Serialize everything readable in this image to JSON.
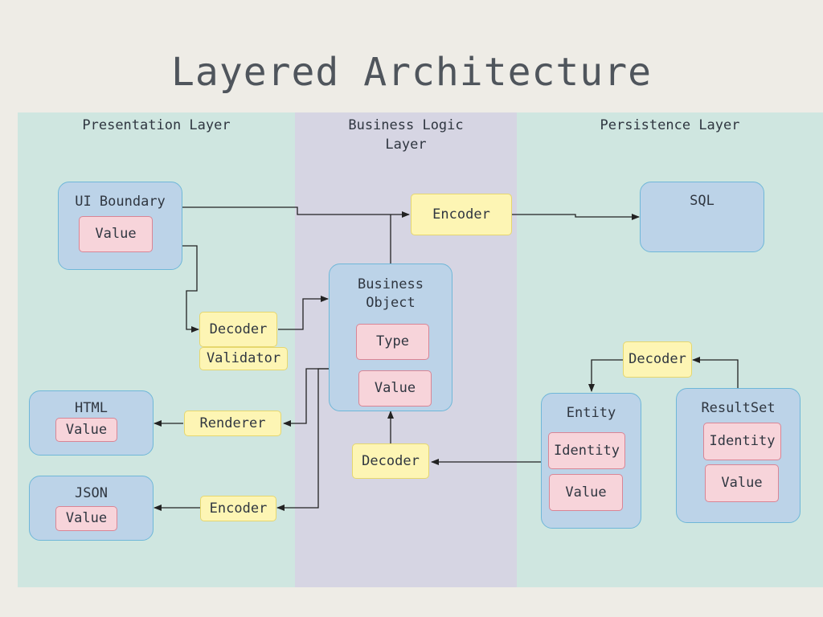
{
  "title": "Layered Architecture",
  "lanes": {
    "presentation": "Presentation Layer",
    "business": "Business Logic\nLayer",
    "persistence": "Persistence Layer"
  },
  "nodes": {
    "ui_boundary": {
      "title": "UI Boundary",
      "value": "Value"
    },
    "html": {
      "title": "HTML",
      "value": "Value"
    },
    "json": {
      "title": "JSON",
      "value": "Value"
    },
    "business_object": {
      "title": "Business\nObject",
      "type": "Type",
      "value": "Value"
    },
    "sql": {
      "title": "SQL"
    },
    "entity": {
      "title": "Entity",
      "identity": "Identity",
      "value": "Value"
    },
    "resultset": {
      "title": "ResultSet",
      "identity": "Identity",
      "value": "Value"
    }
  },
  "transforms": {
    "decoder_presentation": "Decoder",
    "validator": "Validator",
    "renderer": "Renderer",
    "encoder_presentation": "Encoder",
    "encoder_business": "Encoder",
    "decoder_business": "Decoder",
    "decoder_persistence": "Decoder"
  },
  "colors": {
    "background": "#eeece6",
    "lane_green": "#cfe6e0",
    "lane_purple": "#d6d5e3",
    "box_fill": "#bcd3e8",
    "box_border": "#6fb7d8",
    "chip_fill": "#f7d4da",
    "chip_border": "#d98595",
    "tag_fill": "#fdf5b4",
    "tag_border": "#e6d76e",
    "arrow": "#222222"
  }
}
